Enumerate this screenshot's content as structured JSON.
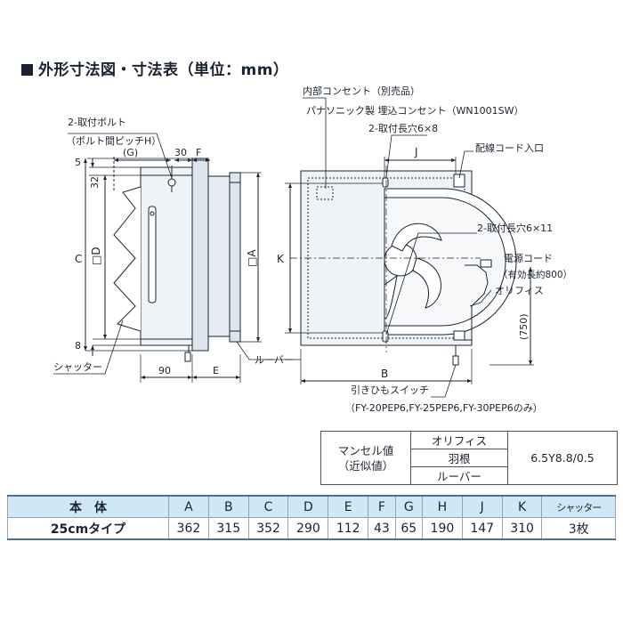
{
  "title": "外形寸法図・寸法表（単位：mm）",
  "labels": {
    "bolt": "2-取付ボルト",
    "bolt_pitch": "（ボルト間ピッチH）",
    "dim_g": "(G)",
    "dim_30": "30",
    "dim_f": "F",
    "dim_5": "5",
    "dim_32": "32",
    "dim_c": "C",
    "dim_d": "□D",
    "dim_a": "□A",
    "dim_8": "8",
    "dim_90": "90",
    "dim_e": "E",
    "shutter": "シャッター",
    "louver": "ルーバー",
    "outlet": "内部コンセント（別売品）",
    "outlet_model": "パナソニック製 埋込コンセント（WN1001SW）",
    "slot_6x8": "2-取付長穴6×8",
    "dim_j": "J",
    "cable_entry": "配線コード入口",
    "dim_k": "K",
    "slot_6x11": "2-取付長穴6×11",
    "power_cord": "電源コード",
    "cord_length": "（有効長約800）",
    "orifice": "オリフィス",
    "dim_750": "(750)",
    "dim_b": "B",
    "pull_switch": "引きひもスイッチ",
    "switch_models": "（FY-20PEP6,FY-25PEP6,FY-30PEP6のみ）"
  },
  "munsell": {
    "label_line1": "マンセル値",
    "label_line2": "（近似値）",
    "parts": [
      "オリフィス",
      "羽根",
      "ルーバー"
    ],
    "value": "6.5Y8.8/0.5"
  },
  "specs": {
    "headers": [
      "本　体",
      "A",
      "B",
      "C",
      "D",
      "E",
      "F",
      "G",
      "H",
      "J",
      "K",
      "シャッター"
    ],
    "rows": [
      [
        "25cmタイプ",
        "362",
        "315",
        "352",
        "290",
        "112",
        "43",
        "65",
        "190",
        "147",
        "310",
        "3枚"
      ]
    ]
  }
}
